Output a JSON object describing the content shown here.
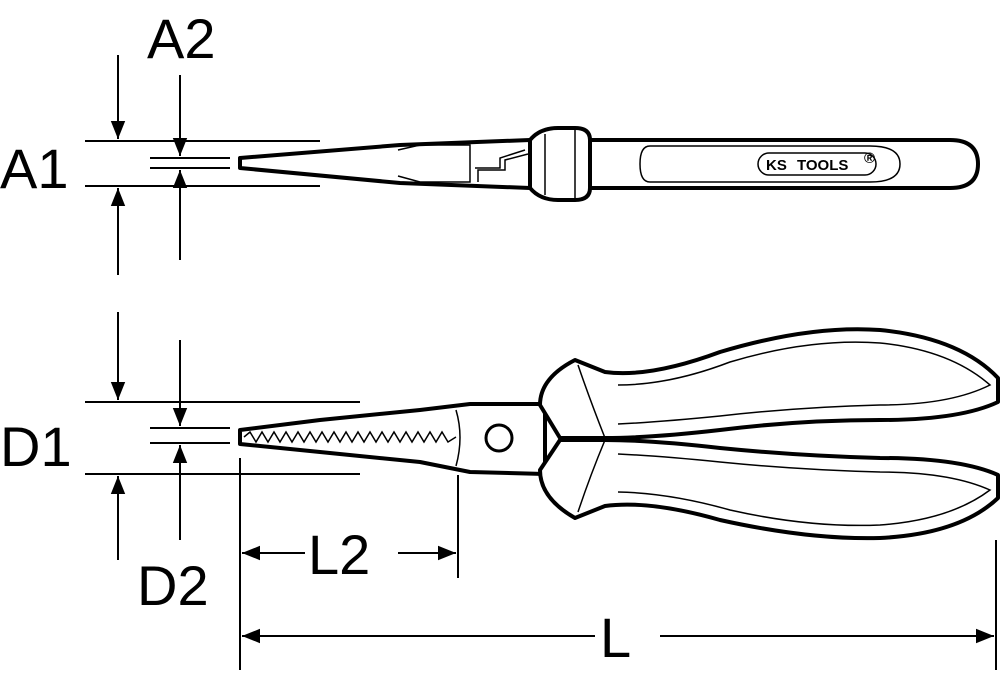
{
  "labels": {
    "a1": "A1",
    "a2": "A2",
    "d1": "D1",
    "d2": "D2",
    "l2": "L2",
    "l": "L"
  },
  "logo": {
    "text_left": "KS",
    "text_right": "TOOLS",
    "registered": "®"
  }
}
